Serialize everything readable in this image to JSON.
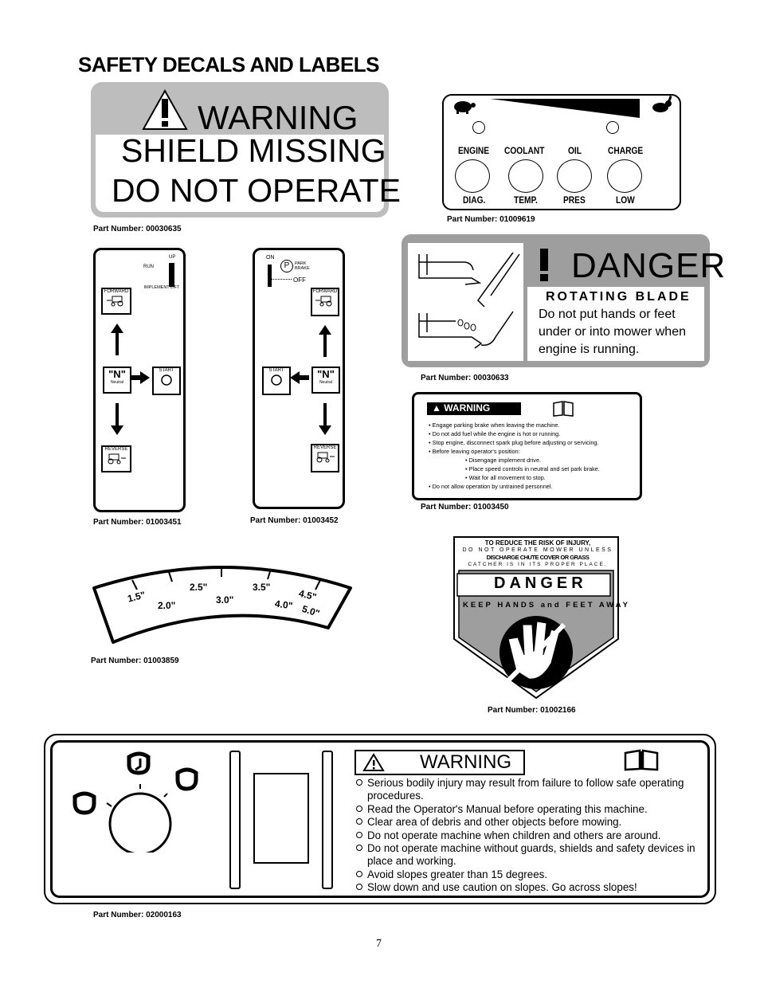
{
  "page": {
    "title": "SAFETY DECALS AND LABELS",
    "page_number": "7"
  },
  "decals": {
    "shield_missing": {
      "heading": "WARNING",
      "line1": "SHIELD MISSING",
      "line2": "DO NOT OPERATE",
      "part": "Part Number: 00030635"
    },
    "gauge_panel": {
      "labels_top": [
        "ENGINE",
        "COOLANT",
        "OIL",
        "CHARGE"
      ],
      "labels_bottom": [
        "DIAG.",
        "TEMP.",
        "PRES",
        "LOW"
      ],
      "part": "Part Number: 01009619"
    },
    "left_control": {
      "up": "UP",
      "run": "RUN",
      "implement_lift": "IMPLEMENT LIFT",
      "forward": "FORWARD",
      "neutral": "\"N\"",
      "neutral_sub": "Neutral",
      "start": "START",
      "reverse": "REVERSE",
      "part": "Part Number: 01003451"
    },
    "right_control": {
      "on": "ON",
      "park_brake": "PARK BRAKE",
      "off": "OFF",
      "park_letter": "P",
      "forward": "FORWARD",
      "start": "START",
      "neutral": "\"N\"",
      "neutral_sub": "Neutral",
      "reverse": "REVERSE",
      "part": "Part Number: 01003452"
    },
    "danger_blade": {
      "heading": "DANGER",
      "subheading": "ROTATING BLADE",
      "body": "Do not put hands or feet under or into mower when engine is running.",
      "part": "Part Number: 00030633"
    },
    "small_warning": {
      "heading": "WARNING",
      "items": [
        "• Engage parking brake when leaving the machine.",
        "• Do not add fuel while the engine is hot or running.",
        "• Stop engine, disconnect spark plug before adjusting or servicing.",
        "• Before leaving operator's position:"
      ],
      "sub_items": [
        "• Disengage implement drive.",
        "• Place speed controls in neutral and set park brake.",
        "• Wait for all movement to stop."
      ],
      "last_item": "• Do not allow operation by untrained personnel.",
      "part": "Part Number: 01003450"
    },
    "height_gauge": {
      "values": [
        "1.5\"",
        "2.0\"",
        "2.5\"",
        "3.0\"",
        "3.5\"",
        "4.0\"",
        "4.5\"",
        "5.0\""
      ],
      "part": "Part Number: 01003859"
    },
    "danger_hands": {
      "line1": "TO REDUCE THE RISK OF INJURY,",
      "line2": "DO NOT OPERATE MOWER UNLESS",
      "line3": "DISCHARGE CHUTE COVER OR GRASS",
      "line4": "CATCHER IS IN ITS PROPER PLACE.",
      "heading": "DANGER",
      "sub": "KEEP HANDS and FEET AWAY",
      "part": "Part Number: 01002166"
    },
    "big_warning": {
      "heading": "WARNING",
      "items": [
        "Serious bodily injury may result from failure to follow safe operating procedures.",
        "Read the Operator's Manual before operating this machine.",
        "Clear area of debris and other objects before mowing.",
        "Do not operate machine when children and others are around.",
        "Do not operate machine without guards, shields and safety devices in place and working.",
        "Avoid slopes greater than 15 degrees.",
        "Slow down and use caution on slopes. Go across slopes!"
      ],
      "part": "Part Number: 02000163"
    }
  }
}
